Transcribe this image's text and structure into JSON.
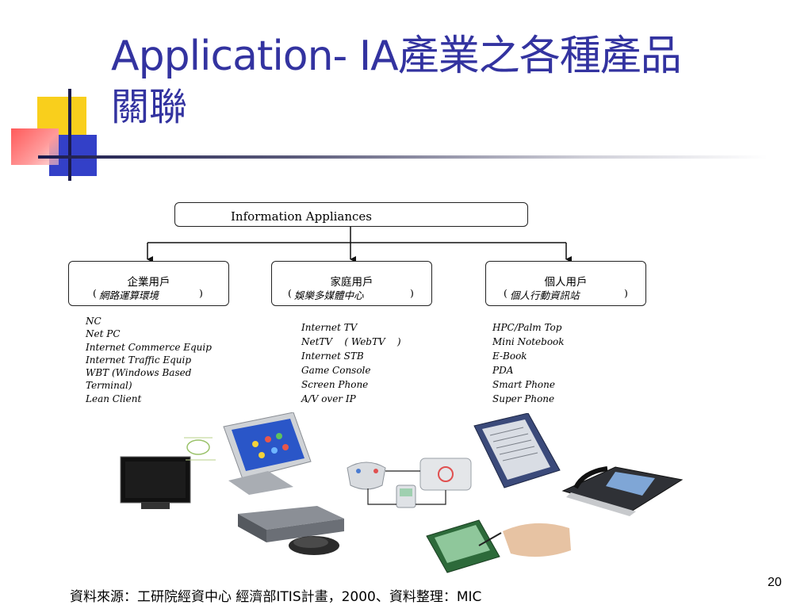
{
  "title": {
    "line1": "Application- IA產業之各種產品",
    "line2": "關聯"
  },
  "diagram": {
    "root": "Information   Appliances",
    "categories": [
      {
        "name": "企業用戶",
        "sub": "網路運算環境",
        "items": [
          "NC",
          "Net PC",
          "Internet Commerce Equip",
          "Internet Traffic Equip",
          "WBT (Windows Based",
          "Terminal)",
          "Lean Client"
        ]
      },
      {
        "name": "家庭用戶",
        "sub": "娛樂多媒體中心",
        "items": [
          "Internet TV",
          "NetTV    ( WebTV    )",
          "Internet STB",
          "Game Console",
          "Screen Phone",
          "A/V over IP"
        ]
      },
      {
        "name": "個人用戶",
        "sub": "個人行動資訊站",
        "items": [
          "HPC/Palm Top",
          "Mini Notebook",
          "E-Book",
          "PDA",
          "Smart Phone",
          "Super Phone"
        ]
      }
    ]
  },
  "footer": {
    "source": "資料來源：工研院經資中心 經濟部ITIS計畫，2000、資料整理：MIC",
    "page_number": "20"
  },
  "colors": {
    "title": "#3333a0",
    "accent_yellow": "#f9cf1c",
    "accent_blue": "#3340c8",
    "accent_red": "#ff5a5a"
  }
}
